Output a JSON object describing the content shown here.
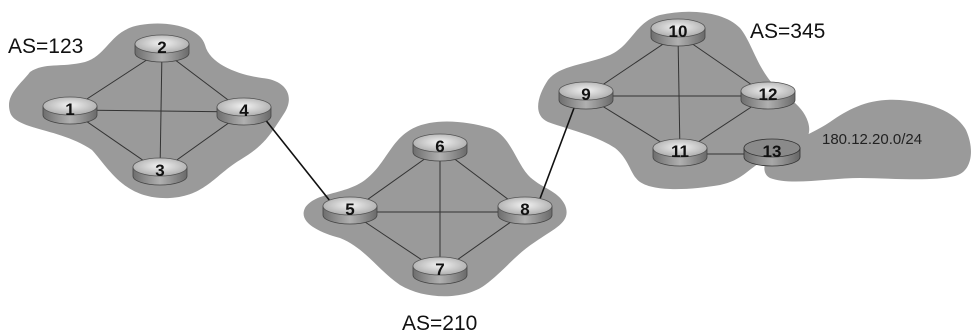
{
  "as_labels": {
    "as123": "AS=123",
    "as210": "AS=210",
    "as345": "AS=345"
  },
  "prefix": "180.12.20.0/24",
  "routers": {
    "r1": "1",
    "r2": "2",
    "r3": "3",
    "r4": "4",
    "r5": "5",
    "r6": "6",
    "r7": "7",
    "r8": "8",
    "r9": "9",
    "r10": "10",
    "r11": "11",
    "r12": "12",
    "r13": "13"
  },
  "colors": {
    "cloud": "#9a9a9a",
    "router_body": "#9c9c9c",
    "router_top": "#d4d4d4",
    "link": "#333333"
  }
}
